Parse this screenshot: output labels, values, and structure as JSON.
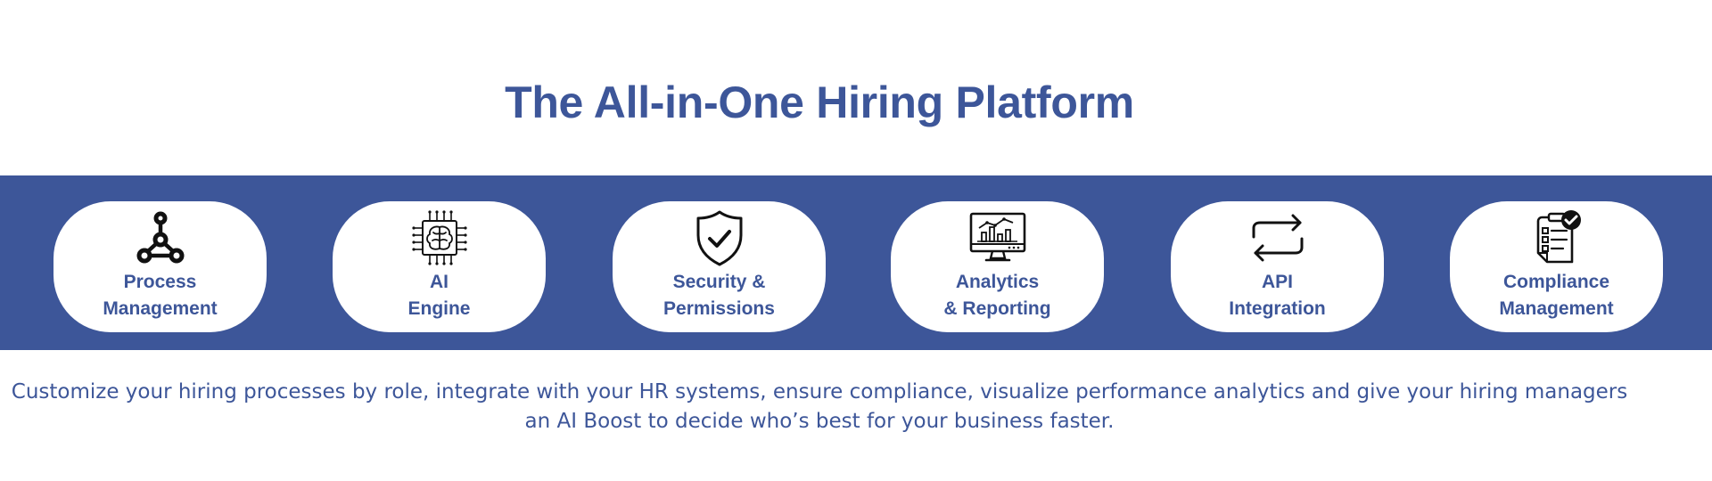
{
  "header": {
    "title": "The All-in-One Hiring Platform"
  },
  "features": [
    {
      "icon": "network-nodes-icon",
      "line1": "Process",
      "line2": "Management"
    },
    {
      "icon": "ai-brain-chip-icon",
      "line1": "AI",
      "line2": "Engine"
    },
    {
      "icon": "shield-check-icon",
      "line1": "Security &",
      "line2": "Permissions"
    },
    {
      "icon": "monitor-chart-icon",
      "line1": "Analytics",
      "line2": "& Reporting"
    },
    {
      "icon": "sync-arrows-icon",
      "line1": "API",
      "line2": "Integration"
    },
    {
      "icon": "checklist-clipboard-icon",
      "line1": "Compliance",
      "line2": "Management"
    }
  ],
  "description": {
    "line1": "Customize your hiring processes by role, integrate with your HR systems, ensure compliance, visualize performance analytics and give your hiring managers",
    "line2": "an AI Boost to decide who’s best for your business faster."
  },
  "colors": {
    "brand": "#3d5699",
    "card": "#ffffff",
    "icon": "#111111"
  }
}
